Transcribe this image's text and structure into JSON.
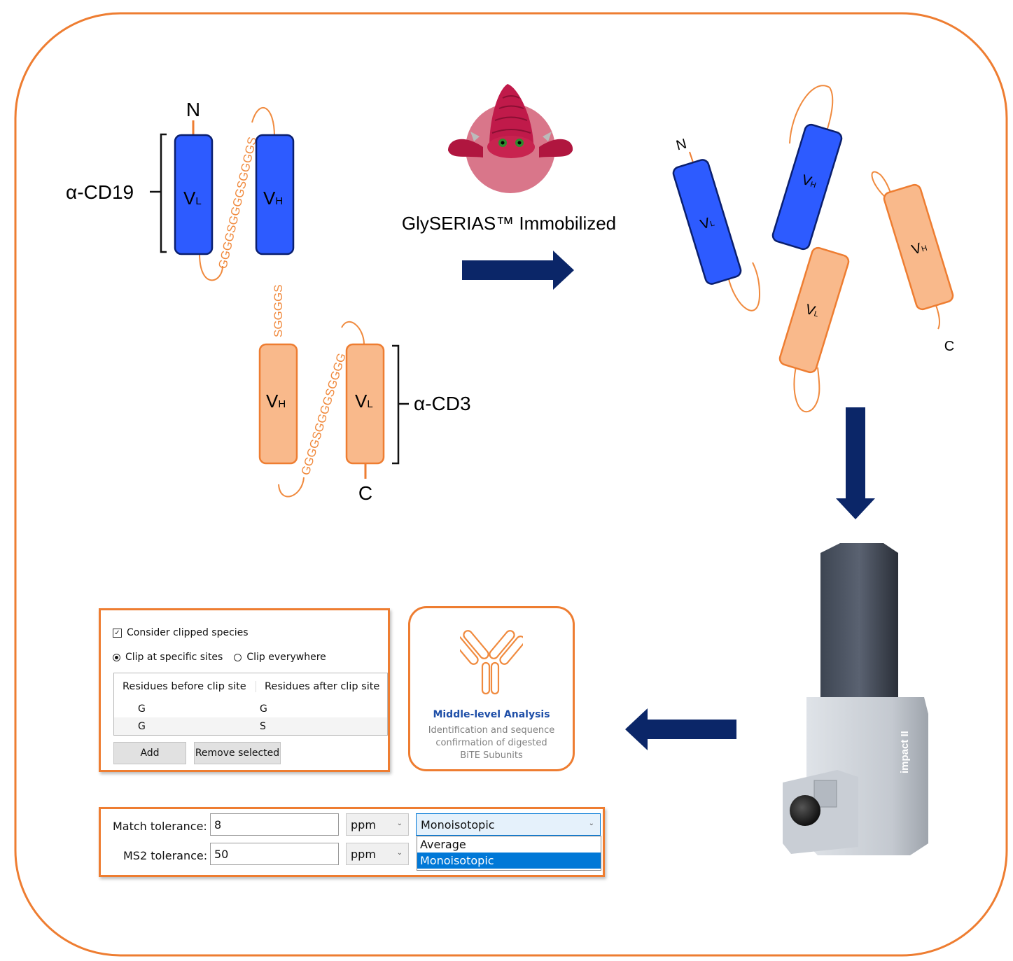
{
  "scfv_left": {
    "n_terminus": "N",
    "c_terminus": "C",
    "target_top": "α-CD19",
    "target_bottom": "α-CD3",
    "domains": [
      {
        "label": "V",
        "sub": "L",
        "color": "#2d5bff"
      },
      {
        "label": "V",
        "sub": "H",
        "color": "#2d5bff"
      },
      {
        "label": "V",
        "sub": "H",
        "color": "#f9b98b"
      },
      {
        "label": "V",
        "sub": "L",
        "color": "#f9b98b"
      }
    ],
    "linker_top": "GGGGSGGGGSGGGGS",
    "linker_middle": "SGGGGS",
    "linker_bottom": "GGGGSGGGGSGGGG"
  },
  "enzyme": {
    "label": "GlySERIAS™ Immobilized"
  },
  "digested": {
    "n_terminus": "N",
    "c_terminus": "C",
    "fragments": [
      {
        "label": "V",
        "sub": "L",
        "color": "#2d5bff"
      },
      {
        "label": "V",
        "sub": "H",
        "color": "#2d5bff"
      },
      {
        "label": "V",
        "sub": "L",
        "color": "#f9b98b"
      },
      {
        "label": "V",
        "sub": "H",
        "color": "#f9b98b"
      }
    ]
  },
  "instrument": {
    "brand_text": "impact II"
  },
  "clip_panel": {
    "consider_clipped": "Consider clipped species",
    "consider_checked": true,
    "clip_specific": "Clip at specific sites",
    "clip_everywhere": "Clip everywhere",
    "selected_mode": "specific",
    "columns": [
      "Residues before clip site",
      "Residues after clip site"
    ],
    "rows": [
      [
        "G",
        "G"
      ],
      [
        "G",
        "S"
      ]
    ],
    "add_label": "Add",
    "remove_label": "Remove selected"
  },
  "middle_card": {
    "title": "Middle-level Analysis",
    "description": "Identification and sequence confirmation of digested BiTE Subunits"
  },
  "tolerance_panel": {
    "match_label": "Match tolerance:",
    "match_value": "8",
    "match_unit": "ppm",
    "ms2_label": "MS2 tolerance:",
    "ms2_value": "50",
    "ms2_unit": "ppm",
    "mass_type": "Monoisotopic",
    "mass_options": [
      "Average",
      "Monoisotopic"
    ],
    "selected_option": "Monoisotopic"
  },
  "colors": {
    "frame": "#ee7d31",
    "arrow": "#0b2668",
    "blue_domain": "#2d5bff",
    "orange_domain": "#f9b98b",
    "linker": "#f08a3e",
    "card_title": "#1f4fa8"
  }
}
